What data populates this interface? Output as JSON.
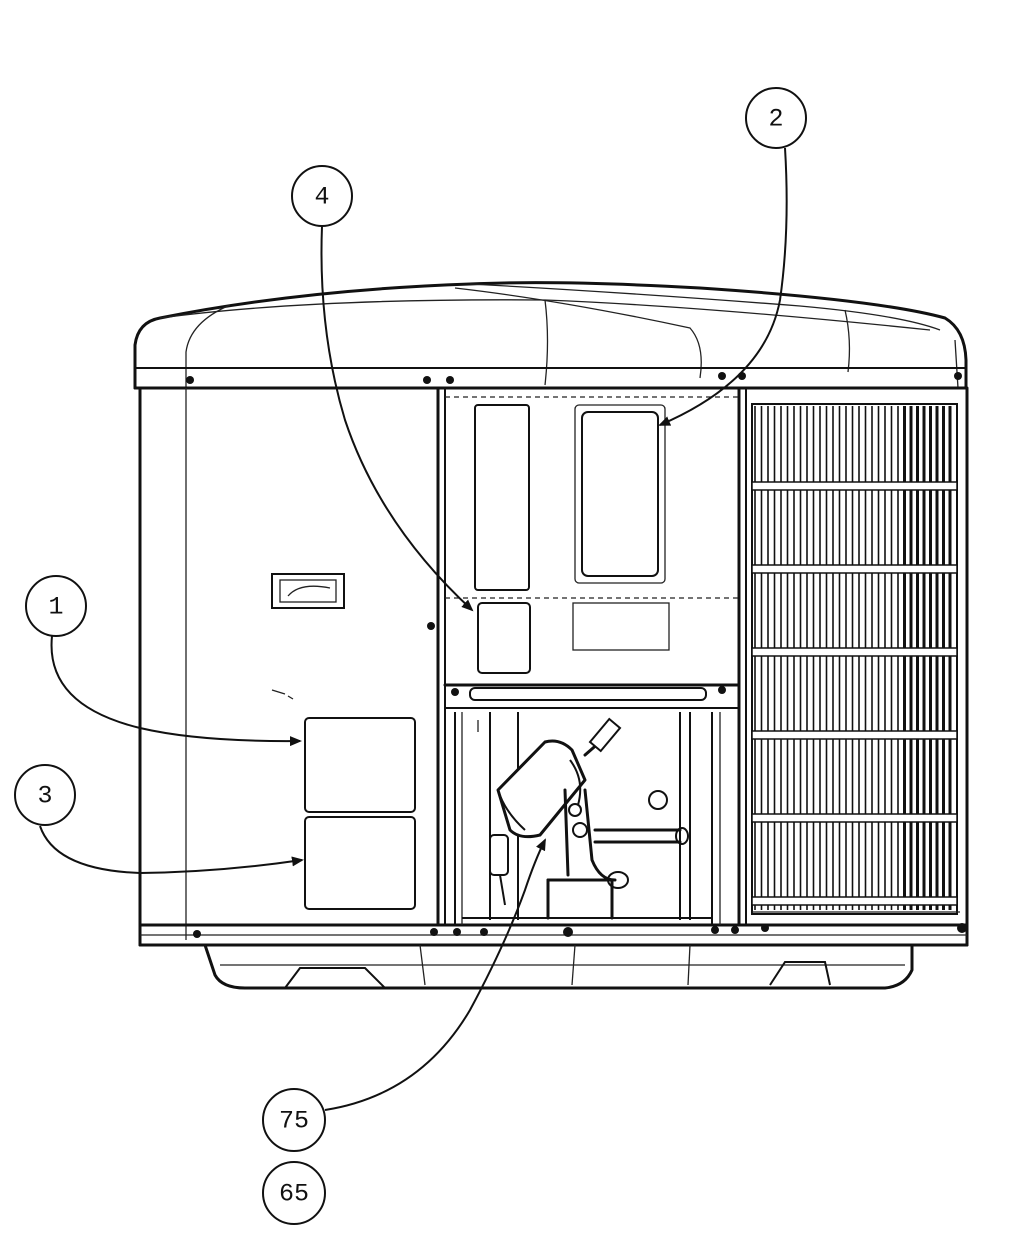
{
  "callouts": [
    {
      "id": "c1",
      "label": "1"
    },
    {
      "id": "c2",
      "label": "2"
    },
    {
      "id": "c3",
      "label": "3"
    },
    {
      "id": "c4",
      "label": "4"
    },
    {
      "id": "c75",
      "label": "75"
    },
    {
      "id": "c65",
      "label": "65"
    }
  ],
  "colors": {
    "line": "#111111",
    "background": "#ffffff"
  }
}
